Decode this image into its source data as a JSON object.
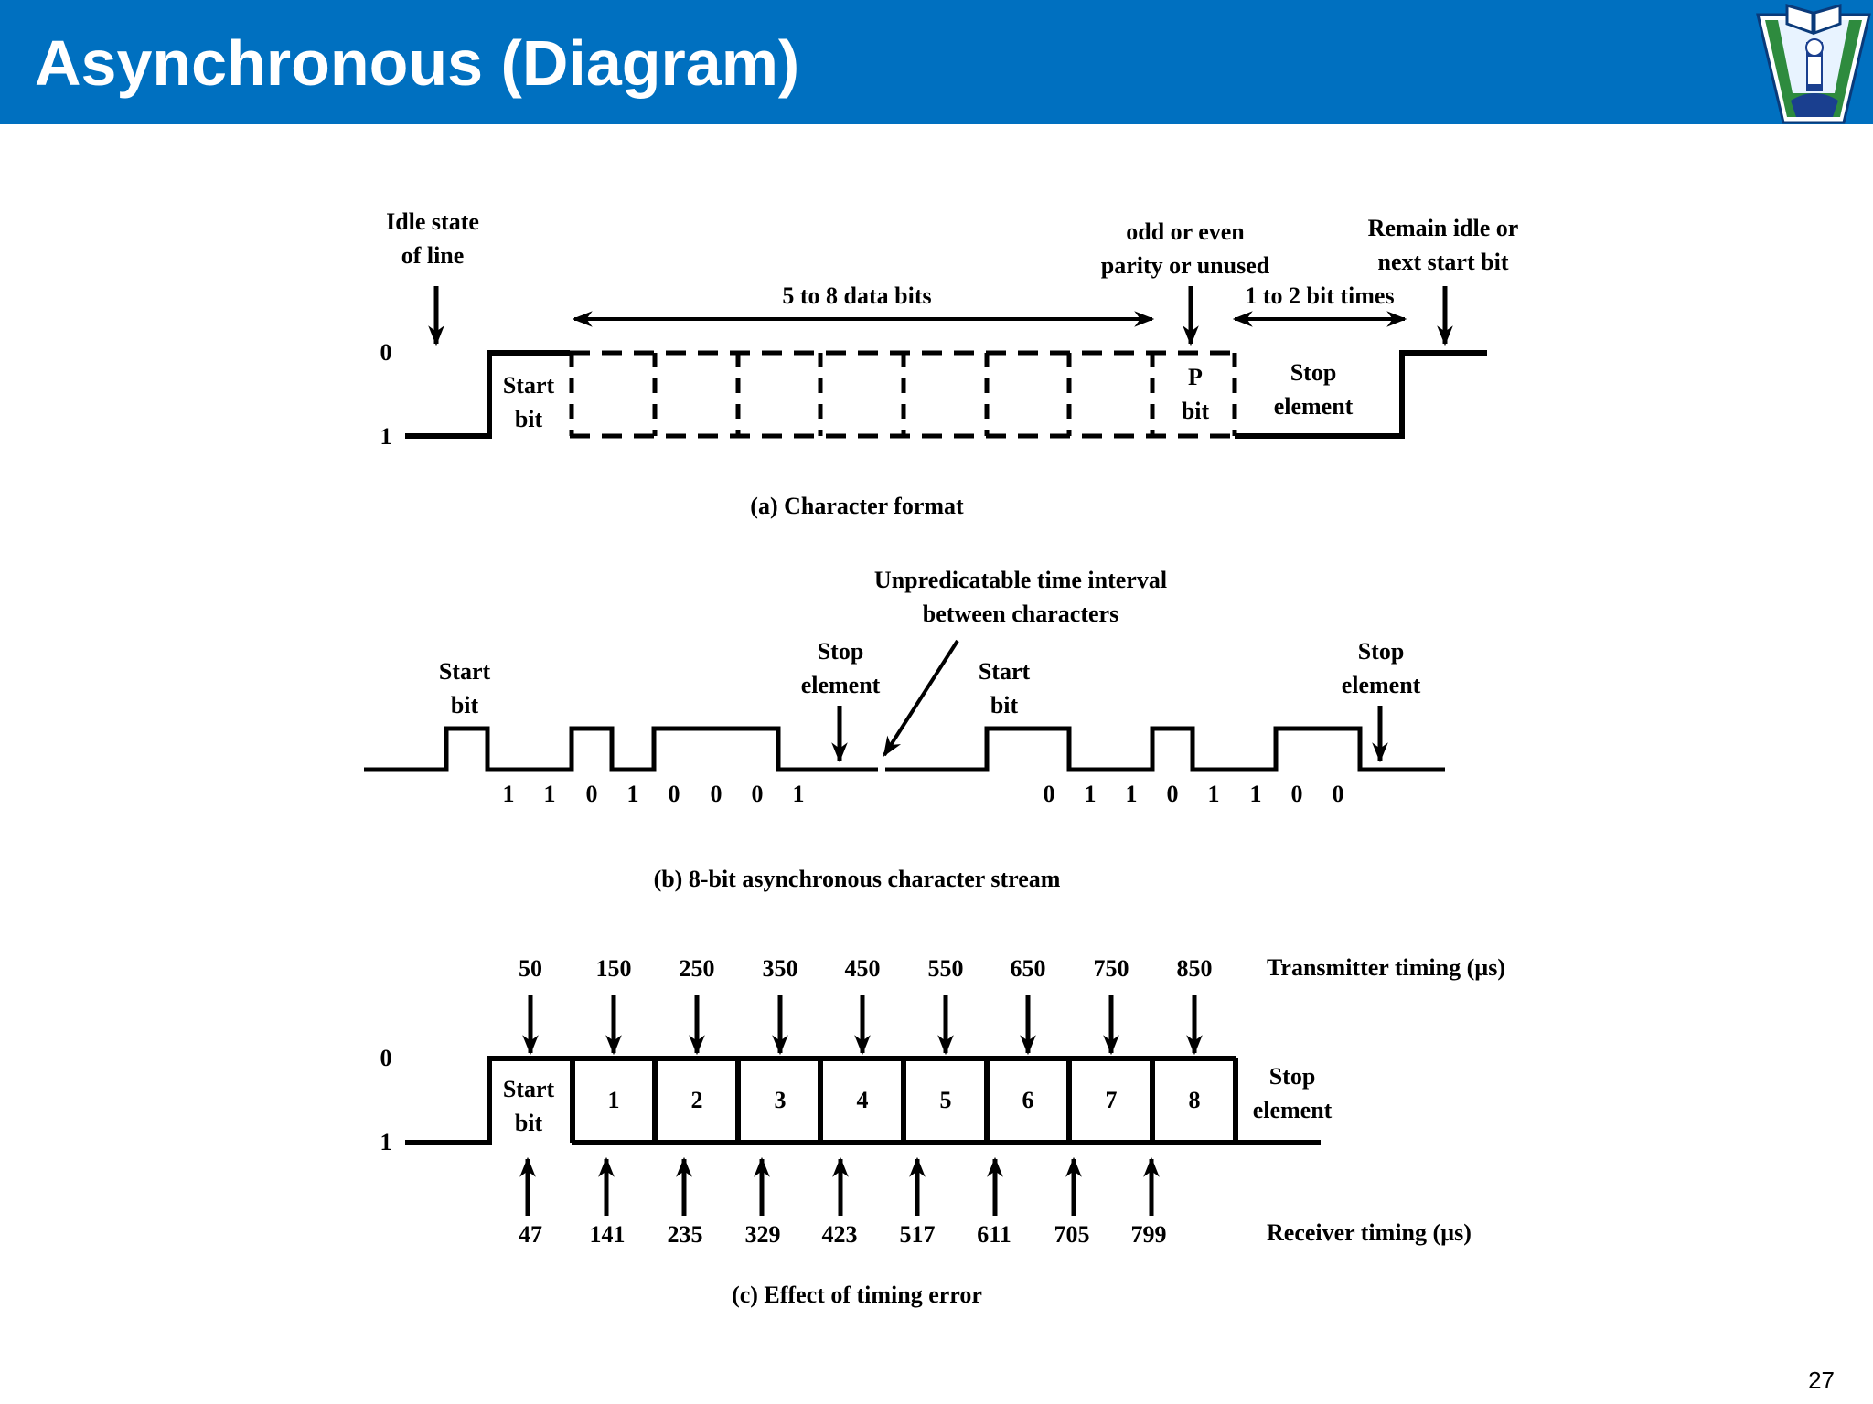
{
  "slide": {
    "title": "Asynchronous (Diagram)",
    "page_number": "27"
  },
  "colors": {
    "header_bg": "#0070c0",
    "title_text": "#ffffff",
    "diagram_ink": "#000000"
  },
  "logo": {
    "icon": "school-crest-logo-icon"
  },
  "part_a": {
    "caption": "(a) Character format",
    "level_0": "0",
    "level_1": "1",
    "idle_line1": "Idle state",
    "idle_line2": "of line",
    "data_bits": "5 to 8 data bits",
    "parity_line1": "odd or even",
    "parity_line2": "parity or unused",
    "bit_times": "1 to 2 bit times",
    "remain_line1": "Remain idle or",
    "remain_line2": "next start bit",
    "start_line1": "Start",
    "start_line2": "bit",
    "p_line1": "P",
    "p_line2": "bit",
    "stop_line1": "Stop",
    "stop_line2": "element"
  },
  "part_b": {
    "caption": "(b) 8-bit asynchronous character stream",
    "interval_line1": "Unpredicatable time interval",
    "interval_line2": "between characters",
    "start1_line1": "Start",
    "start1_line2": "bit",
    "stop1_line1": "Stop",
    "stop1_line2": "element",
    "start2_line1": "Start",
    "start2_line2": "bit",
    "stop2_line1": "Stop",
    "stop2_line2": "element",
    "bits1": [
      "1",
      "1",
      "0",
      "1",
      "0",
      "0",
      "0",
      "1"
    ],
    "bits2": [
      "0",
      "1",
      "1",
      "0",
      "1",
      "1",
      "0",
      "0"
    ]
  },
  "part_c": {
    "caption": "(c) Effect of timing error",
    "level_0": "0",
    "level_1": "1",
    "tx_label": "Transmitter timing (µs)",
    "rx_label": "Receiver timing (µs)",
    "tx_times": [
      "50",
      "150",
      "250",
      "350",
      "450",
      "550",
      "650",
      "750",
      "850"
    ],
    "rx_times": [
      "47",
      "141",
      "235",
      "329",
      "423",
      "517",
      "611",
      "705",
      "799"
    ],
    "cells": [
      "1",
      "2",
      "3",
      "4",
      "5",
      "6",
      "7",
      "8"
    ],
    "start_line1": "Start",
    "start_line2": "bit",
    "stop_line1": "Stop",
    "stop_line2": "element"
  }
}
